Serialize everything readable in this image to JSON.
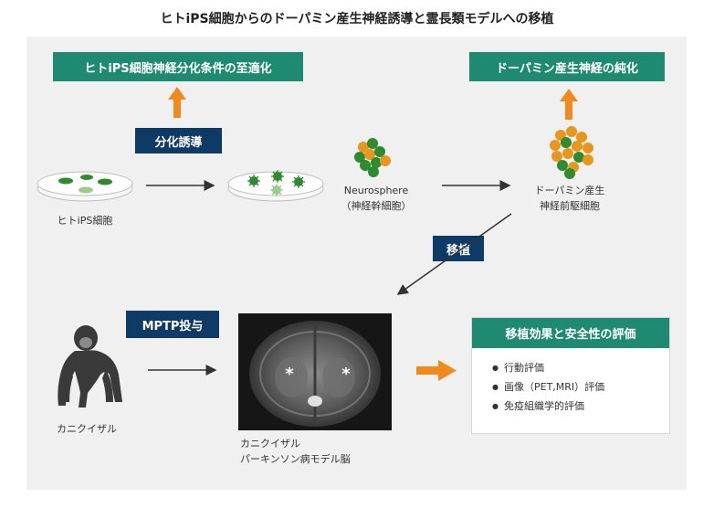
{
  "title": "ヒトiPS細胞からのドーパミン産生神経誘導と霊長類モデルへの移植",
  "boxes": {
    "optimize": "ヒトiPS細胞神経分化条件の至適化",
    "purify": "ドーパミン産生神経の純化",
    "induction": "分化誘導",
    "transplant": "移植",
    "mptp": "MPTP投与"
  },
  "labels": {
    "ips_cells": "ヒトiPS細胞",
    "neurosphere_1": "Neurosphere",
    "neurosphere_2": "（神経幹細胞）",
    "progenitor_1": "ドーパミン産生",
    "progenitor_2": "神経前駆細胞",
    "monkey": "カニクイザル",
    "brain_1": "カニクイザル",
    "brain_2": "パーキンソン病モデル脳"
  },
  "evaluation": {
    "title": "移植効果と安全性の評価",
    "items": [
      "行動評価",
      "画像（PET,MRI）評価",
      "免疫組織学的評価"
    ]
  },
  "colors": {
    "box_green": "#1f8a72",
    "box_navy": "#0e3a66",
    "arrow_orange": "#f08a1c",
    "cell_green": "#2e8b2e",
    "cell_orange": "#e8961e"
  },
  "icons": {
    "dish1": "petri-dish-icon",
    "dish2": "petri-dish-icon",
    "neurosphere": "cell-cluster-icon",
    "progenitors": "cell-cluster-icon",
    "monkey": "monkey-icon",
    "mri": "brain-mri-image"
  }
}
